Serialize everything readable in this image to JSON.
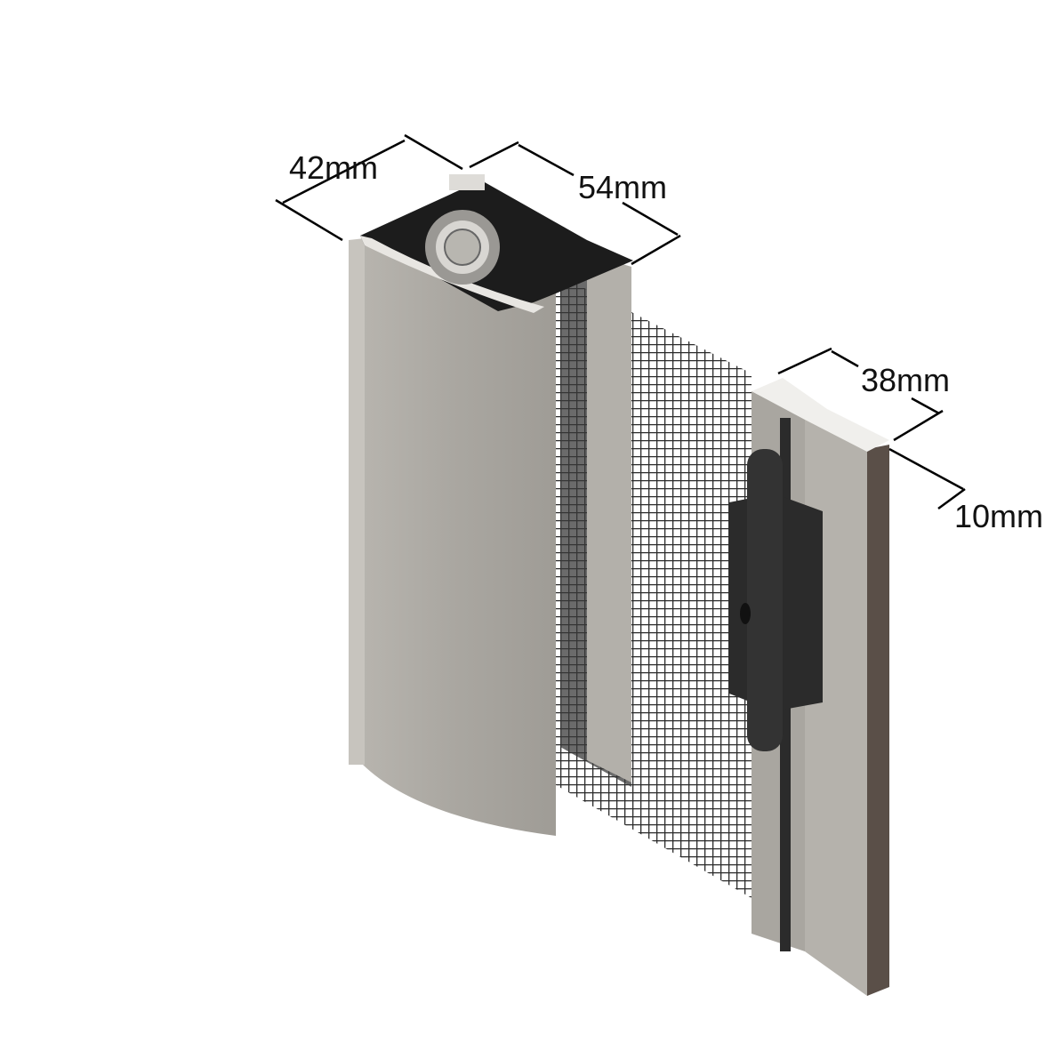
{
  "dimensions": {
    "cassette_depth": "42mm",
    "cassette_width": "54mm",
    "handle_bar_width": "38mm",
    "handle_bar_depth": "10mm"
  },
  "colors": {
    "aluminium": "#a9a6a0",
    "aluminium_light": "#c9c6c0",
    "cap_dark": "#1c1c1c",
    "mesh": "#2a2a2a",
    "handle": "#2b2b2b",
    "edge_brown": "#5a4f48"
  }
}
